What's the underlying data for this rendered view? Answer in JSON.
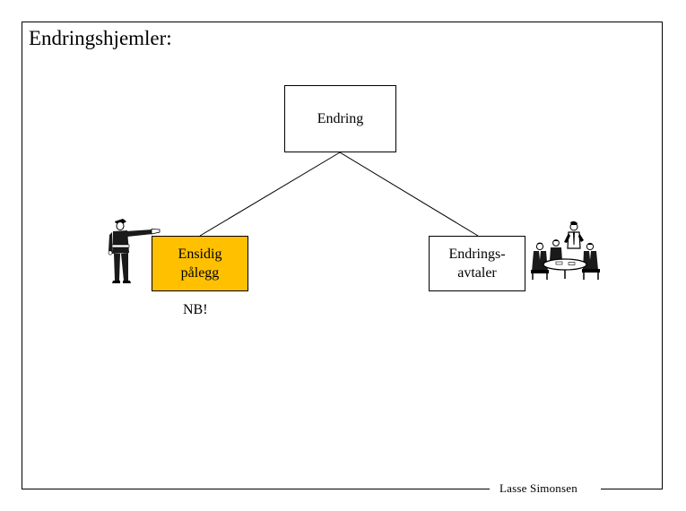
{
  "slide": {
    "title": "Endringshjemler:",
    "footer": "Lasse Simonsen"
  },
  "diagram": {
    "root": {
      "label": "Endring"
    },
    "children": [
      {
        "label": "Ensidig\npålegg",
        "fill": "#ffc000",
        "note": "NB!",
        "icon": "traffic-officer-icon"
      },
      {
        "label": "Endrings-\navtaler",
        "fill": "#ffffff",
        "icon": "business-meeting-icon"
      }
    ]
  },
  "colors": {
    "highlight": "#ffc000",
    "line": "#000000",
    "background": "#ffffff"
  }
}
